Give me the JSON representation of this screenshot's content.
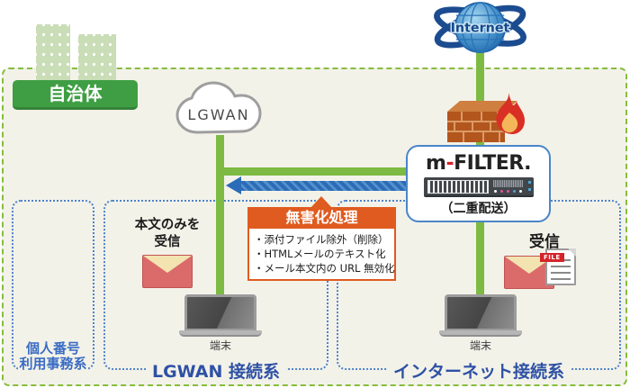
{
  "zone": {
    "municipality": "自治体"
  },
  "internet_node": {
    "label": "Internet"
  },
  "lgwan_cloud": {
    "label": "LGWAN"
  },
  "mfilter": {
    "logo_m": "m",
    "logo_hyphen": "-",
    "logo_rest": "FILTER.",
    "caption": "（二重配送）"
  },
  "sanitize": {
    "title": "無害化処理",
    "items": [
      "・添付ファイル除外（削除）",
      "・HTMLメールのテキスト化",
      "・メール本文内の URL 無効化"
    ]
  },
  "lgwan_segment": {
    "receive_line1": "本文のみを",
    "receive_line2": "受信",
    "terminal": "端末",
    "label": "LGWAN 接続系"
  },
  "internet_segment": {
    "receive": "受信",
    "file_badge": "FILE",
    "terminal": "端末",
    "label": "インターネット接続系"
  },
  "personal_zone": {
    "line1": "個人番号",
    "line2": "利用事務系"
  },
  "colors": {
    "zone_border_green": "#85bd3c",
    "badge_green": "#3f9e43",
    "connector_green": "#7dba44",
    "segment_border_blue": "#4d82cc",
    "label_blue": "#2e51a5",
    "sanitize_orange": "#df5b1f",
    "arrow_blue": "#2a6cb8",
    "envelope_red": "#db6b6b",
    "mfilter_border_blue": "#4a86c8"
  }
}
